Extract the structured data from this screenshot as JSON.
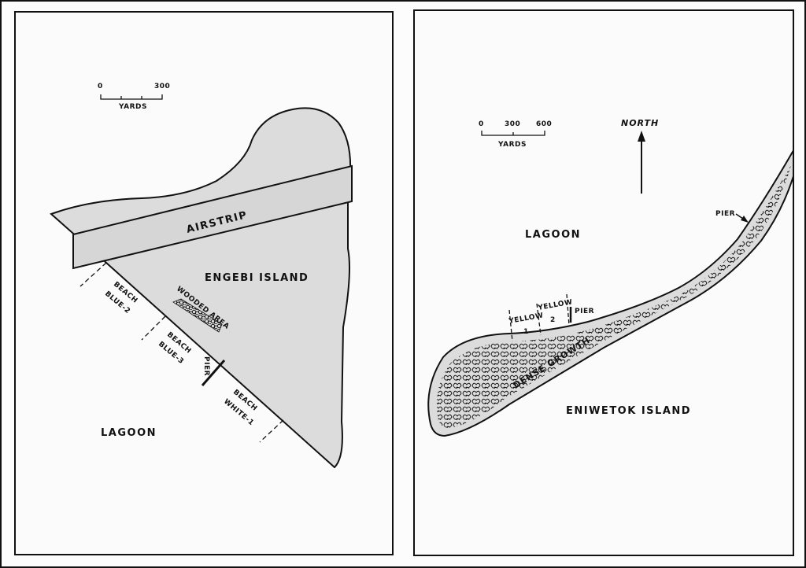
{
  "maps": {
    "engebi": {
      "scale": {
        "zero": "0",
        "max": "300",
        "unit": "YARDS"
      },
      "island_name": "ENGEBI ISLAND",
      "airstrip": "AIRSTRIP",
      "wooded_area": "WOODED AREA",
      "lagoon": "LAGOON",
      "pier": "PIER",
      "beaches": {
        "blue2": {
          "word": "BEACH",
          "name": "BLUE-2"
        },
        "blue3": {
          "word": "BEACH",
          "name": "BLUE-3"
        },
        "white1": {
          "word": "BEACH",
          "name": "WHITE-1"
        }
      }
    },
    "eniwetok": {
      "scale": {
        "zero": "0",
        "mid": "300",
        "max": "600",
        "unit": "YARDS"
      },
      "north": "NORTH",
      "lagoon": "LAGOON",
      "island_name": "ENIWETOK ISLAND",
      "dense_growth": "DENSE GROWTH",
      "pier_east": "PIER",
      "pier_beach": "PIER",
      "beaches": {
        "yellow1": {
          "word": "YELLOW",
          "num": "1"
        },
        "yellow2": {
          "word": "YELLOW",
          "num": "2"
        }
      }
    }
  },
  "colors": {
    "land": "#dcdcdc",
    "ink": "#111111",
    "paper": "#fbfbfb"
  }
}
